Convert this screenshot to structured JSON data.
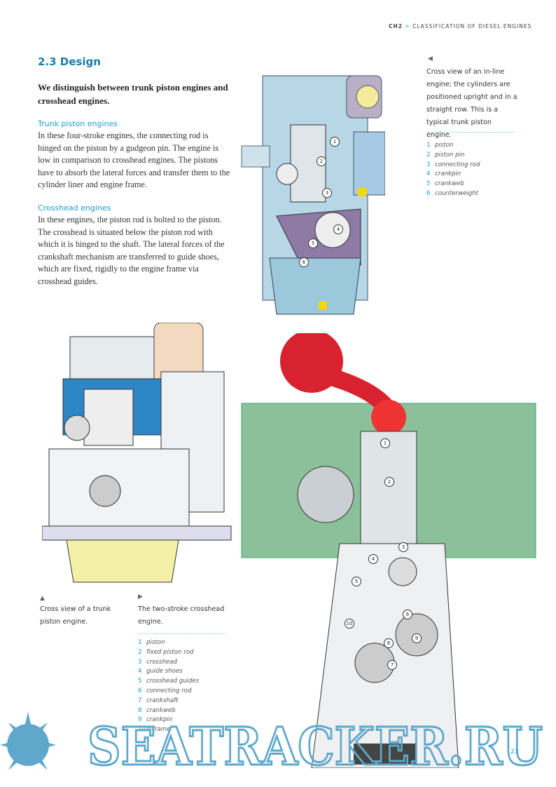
{
  "header": {
    "chapter": "CH2",
    "separator": ">",
    "section": "CLASSIFICATION OF DIESEL ENGINES"
  },
  "title": "2.3 Design",
  "lead": "We distinguish between trunk piston engines and crosshead engines.",
  "trunk": {
    "heading": "Trunk piston engines",
    "text": "In these four-stroke engines, the connecting rod is hinged on the piston by a gudgeon pin. The engine is low in comparison to crosshead engines. The pistons have to absorb the lateral forces and transfer them to the cylinder liner and engine frame."
  },
  "crosshead": {
    "heading": "Crosshead engines",
    "text": "In these engines, the piston rod is bolted to the piston. The crosshead is situated below the piston rod with which it is hinged to the shaft. The lateral forces of the crankshaft mechanism are transferred to guide shoes, which are fixed, rigidly to the engine frame via crosshead guides."
  },
  "figure_inline": {
    "arrow": "◀",
    "caption": "Cross view of an in-line engine; the cylinders are positioned upright and in a straight row. This is a typical trunk piston engine.",
    "legend": [
      {
        "n": "1",
        "t": "piston"
      },
      {
        "n": "2",
        "t": "piston pin"
      },
      {
        "n": "3",
        "t": "connecting rod"
      },
      {
        "n": "4",
        "t": "crankpin"
      },
      {
        "n": "5",
        "t": "crankweb"
      },
      {
        "n": "6",
        "t": "counterweight"
      }
    ]
  },
  "figure_trunk": {
    "arrow": "▲",
    "caption": "Cross view of a trunk piston engine."
  },
  "figure_crosshead": {
    "arrow": "▶",
    "caption": "The two-stroke crosshead engine.",
    "legend": [
      {
        "n": "1",
        "t": "piston"
      },
      {
        "n": "2",
        "t": "fixed piston rod"
      },
      {
        "n": "3",
        "t": "crosshead"
      },
      {
        "n": "4",
        "t": "guide shoes"
      },
      {
        "n": "5",
        "t": "crosshead guides"
      },
      {
        "n": "6",
        "t": "connecting rod"
      },
      {
        "n": "7",
        "t": "crankshaft"
      },
      {
        "n": "8",
        "t": "crankweb"
      },
      {
        "n": "9",
        "t": "crankpin"
      },
      {
        "n": "10",
        "t": "A-frame"
      }
    ]
  },
  "callouts_inline": [
    "1",
    "2",
    "3",
    "4",
    "5",
    "6"
  ],
  "callouts_crosshead": [
    "1",
    "2",
    "3",
    "4",
    "5",
    "6",
    "7",
    "8",
    "9",
    "10"
  ],
  "watermark": "SEATRACKER.RU",
  "page_number": "23",
  "colors": {
    "accent": "#1a9cd0",
    "title": "#1a7ca8",
    "watermark": "#5fa8cc",
    "engine_blue": "#9cc8dc",
    "engine_green": "#8cc09a",
    "red": "#d8222f"
  }
}
